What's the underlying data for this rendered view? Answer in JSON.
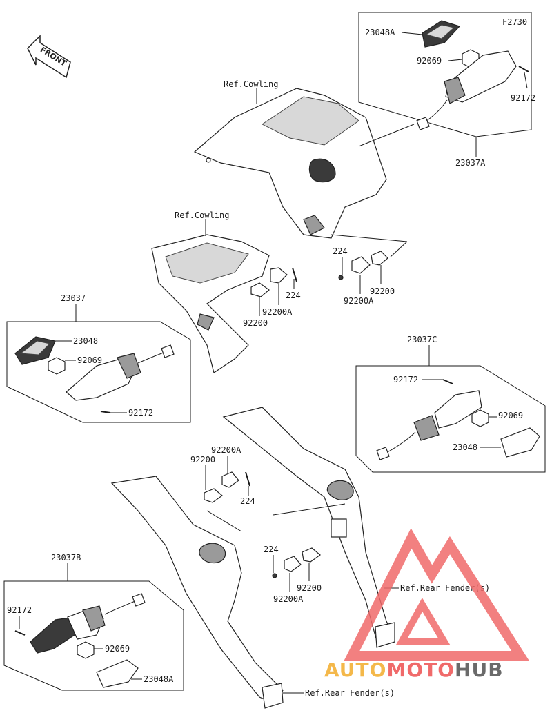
{
  "figure_code": "F2730",
  "front_label": "FRONT",
  "watermark": {
    "text_a": "AUTO",
    "text_b": "MOTO",
    "text_c": "HUB",
    "color_a": "#f4b84a",
    "color_b": "#f06a6a",
    "color_c": "#6a6a6a",
    "logo_color": "#f06a6a"
  },
  "labels": {
    "p23048A_top": "23048A",
    "p92069_top": "92069",
    "p92172_top": "92172",
    "p23037A": "23037A",
    "ref_cowling_1": "Ref.Cowling",
    "ref_cowling_2": "Ref.Cowling",
    "p224_a": "224",
    "p92200_a": "92200",
    "p92200A_a": "92200A",
    "p224_b": "224",
    "p92200A_b": "92200A",
    "p92200_b": "92200",
    "p23037": "23037",
    "p23048_l": "23048",
    "p92069_l": "92069",
    "p92172_l": "92172",
    "p23037C": "23037C",
    "p92172_r": "92172",
    "p92069_r": "92069",
    "p23048_r": "23048",
    "p92200A_c": "92200A",
    "p92200_c": "92200",
    "p224_c": "224",
    "p224_d": "224",
    "p92200_d": "92200",
    "p92200A_d": "92200A",
    "ref_rear_fender_1": "Ref.Rear Fender(s)",
    "p23037B": "23037B",
    "p92172_b": "92172",
    "p92069_b": "92069",
    "p23048A_b": "23048A",
    "ref_rear_fender_2": "Ref.Rear Fender(s)"
  }
}
